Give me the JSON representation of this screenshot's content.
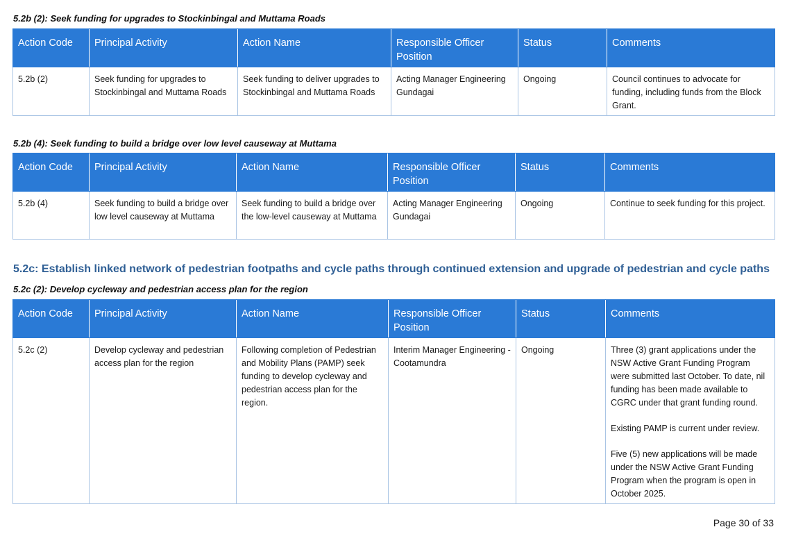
{
  "sections": [
    {
      "title": "5.2b (2): Seek funding for upgrades to Stockinbingal and Muttama Roads",
      "headers": [
        "Action Code",
        "Principal Activity",
        "Action Name",
        "Responsible Officer Position",
        "Status",
        "Comments"
      ],
      "row": {
        "code": "5.2b (2)",
        "activity": "Seek funding for upgrades to Stockinbingal and Muttama Roads",
        "action": "Seek funding to deliver upgrades to Stockinbingal and Muttama Roads",
        "officer": "Acting Manager Engineering Gundagai",
        "status": "Ongoing",
        "comments": [
          "Council continues to advocate for funding, including funds from the Block Grant."
        ]
      }
    },
    {
      "title": "5.2b (4): Seek funding to build a bridge over low level causeway at Muttama",
      "headers": [
        "Action Code",
        "Principal Activity",
        "Action Name",
        "Responsible Officer Position",
        "Status",
        "Comments"
      ],
      "row": {
        "code": "5.2b (4)",
        "activity": "Seek funding to build a bridge over low level causeway at Muttama",
        "action": "Seek funding to build a bridge over the low-level causeway at Muttama",
        "officer": "Acting Manager Engineering Gundagai",
        "status": "Ongoing",
        "comments": [
          "Continue to seek funding for this project."
        ]
      }
    },
    {
      "title": "5.2c (2): Develop cycleway and pedestrian access plan for the region",
      "headers": [
        "Action Code",
        "Principal Activity",
        "Action Name",
        "Responsible Officer Position",
        "Status",
        "Comments"
      ],
      "row": {
        "code": "5.2c (2)",
        "activity": "Develop cycleway and pedestrian access plan for the region",
        "action": "Following completion of Pedestrian and Mobility Plans (PAMP) seek funding to develop cycleway and pedestrian access plan for the region.",
        "officer": "Interim Manager Engineering - Cootamundra",
        "status": "Ongoing",
        "comments": [
          "Three (3) grant applications under the NSW Active Grant Funding Program were submitted last October. To date, nil funding has been made available to CGRC under that grant funding round.",
          "Existing PAMP is current under review.",
          "Five (5) new applications will be made under the NSW Active Grant Funding Program when the program is open in October 2025."
        ]
      }
    }
  ],
  "goal_heading": "5.2c: Establish linked network of pedestrian footpaths and cycle paths through continued extension and upgrade of pedestrian and cycle paths",
  "page_number": "Page 30 of 33"
}
